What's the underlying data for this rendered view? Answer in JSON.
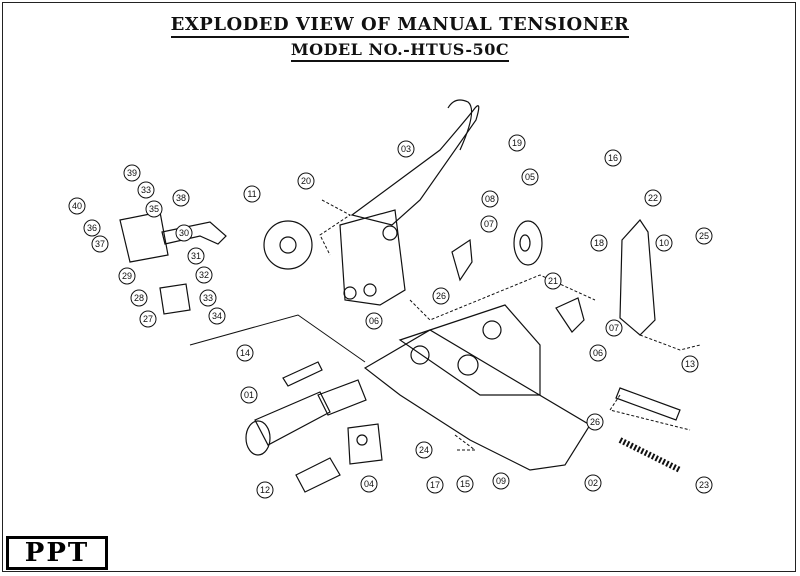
{
  "title": "EXPLODED VIEW OF MANUAL TENSIONER",
  "model": "MODEL NO.-HTUS-50C",
  "logo": "PPT",
  "part_labels": [
    "01",
    "02",
    "03",
    "04",
    "05",
    "06",
    "07",
    "08",
    "09",
    "10",
    "11",
    "12",
    "13",
    "14",
    "15",
    "16",
    "17",
    "18",
    "19",
    "20",
    "21",
    "22",
    "23",
    "24",
    "25",
    "26",
    "27",
    "28",
    "29",
    "30",
    "31",
    "32",
    "33",
    "34",
    "35",
    "36",
    "37",
    "38",
    "39",
    "40"
  ]
}
